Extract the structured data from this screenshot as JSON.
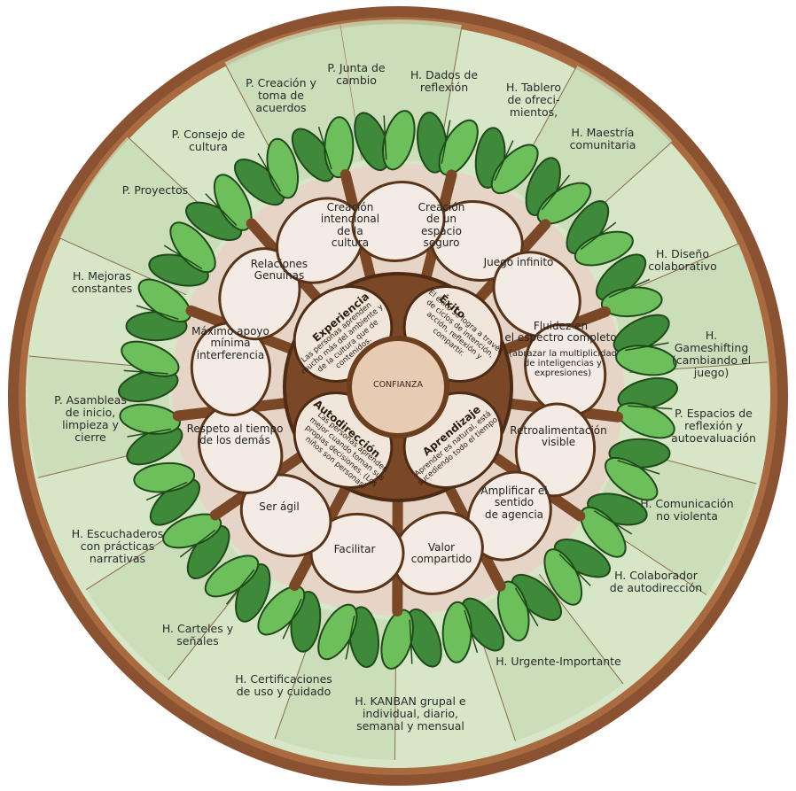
{
  "colors": {
    "rim": "#8a5230",
    "rim_inner": "#a86a3e",
    "outer_ring": "#d8e6c8",
    "outer_ring_alt": "#c9dbb7",
    "inner_field": "#e6d5c6",
    "trunk": "#7a4826",
    "trunk_dark": "#4e2c14",
    "leaf_dark": "#3f8a3a",
    "leaf_light": "#6cbf5a",
    "leaf_edge": "#1f4a1a",
    "center_fill": "#e7cbb2"
  },
  "center": {
    "label": "CONFIANZA"
  },
  "core": [
    {
      "title": "Experiencia",
      "body": "Las personas aprenden mucho más del ambiente y de la cultura que de contenidos."
    },
    {
      "title": "Éxito",
      "body": "El éxito se logra a través de ciclos de intención, acción, reflexión y compartir."
    },
    {
      "title": "Autodirección",
      "body": "Las personas aprenden mejor cuando toman sus propias decisiones. (Los niños son personas)"
    },
    {
      "title": "Aprendizaje",
      "body": "Aprender es natural, está sucediendo todo el tiempo."
    }
  ],
  "inner_ring": [
    "Creación\nintencional\nde la\ncultura",
    "Creación\nde un\nespacio\nseguro",
    "Juego infinito",
    "Fluidez en\nel espectro completo",
    "(abrazar la multiplicidad\nde inteligencias y\nexpresiones)",
    "Retroalimentación\nvisible",
    "Amplificar el\nsentido\nde agencia",
    "Valor\ncompartido",
    "Facilitar",
    "Ser ágil",
    "Respeto al tiempo\nde los demás",
    "Máximo apoyo\nmínima\ninterferencia",
    "Relaciones\nGenuinas"
  ],
  "outer_ring": [
    "P. Junta de\ncambio",
    "H. Dados de\nreflexión",
    "H. Tablero\nde ofreci-\nmientos,",
    "H. Maestría\ncomunitaria",
    "H. Diseño\ncolaborativo",
    "H.\nGameshifting\n(cambiando el\njuego)",
    "P. Espacios de\nreflexión y\nautoevaluación",
    "H. Comunicación\nno violenta",
    "H. Colaborador\nde autodirección",
    "H. Urgente-Importante",
    "H. KANBAN grupal e\nindividual, diario,\nsemanal y mensual",
    "H. Certificaciones\nde uso y cuidado",
    "H. Carteles y\nseñales",
    "H. Escuchaderos\ncon prácticas\nnarrativas",
    "P. Asambleas\nde inicio,\nlimpieza y\ncierre",
    "H. Mejoras\nconstantes",
    "P. Proyectos",
    "P. Consejo de\ncultura",
    "P. Creación y\ntoma de\nacuerdos"
  ]
}
